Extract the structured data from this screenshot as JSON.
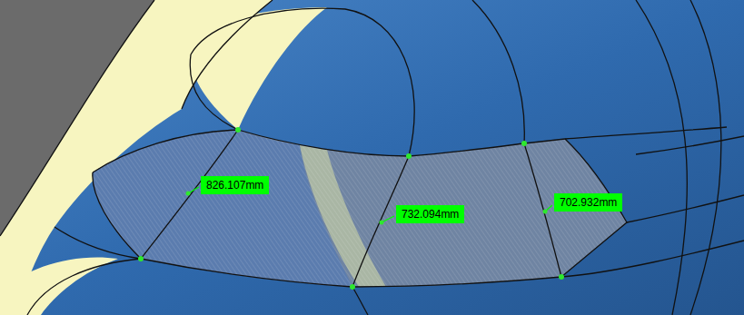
{
  "diagram": {
    "labels": [
      "826.107mm",
      "732.094mm",
      "702.932mm"
    ]
  }
}
